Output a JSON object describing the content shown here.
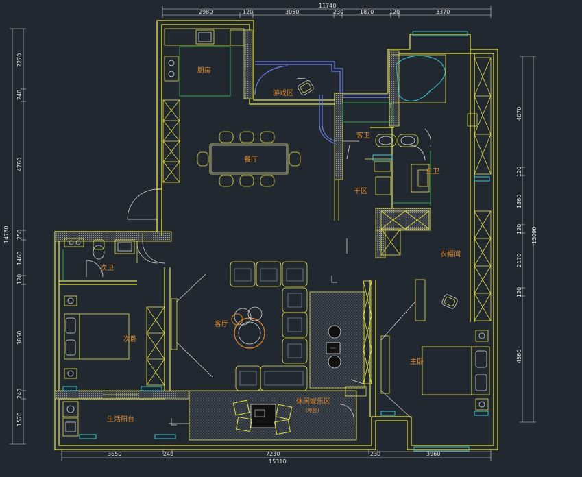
{
  "dimensions": {
    "top": [
      "2980",
      "120",
      "3050",
      "230",
      "1870",
      "120",
      "3370"
    ],
    "top_total": "11740",
    "bottom": [
      "3650",
      "240",
      "7230",
      "230",
      "3960"
    ],
    "bottom_total": "15310",
    "left": [
      "2270",
      "240",
      "4760",
      "250",
      "1460",
      "120",
      "3850",
      "240",
      "1570"
    ],
    "left_total": "14780",
    "right": [
      "4070",
      "120",
      "1860",
      "120",
      "2170",
      "120",
      "4560"
    ],
    "right_total": "13090"
  },
  "rooms": {
    "kitchen": "厨房",
    "play_area": "游戏区",
    "dining": "餐厅",
    "guest_bath": "客卫",
    "master_bath": "主卫",
    "dry_area": "干区",
    "second_bath": "次卫",
    "cloakroom": "衣帽间",
    "living": "客厅",
    "second_bedroom": "次卧",
    "master_bedroom": "主卧",
    "leisure_area": "休闲娱乐区",
    "leisure_note": "(地台)",
    "balcony": "生活阳台"
  },
  "colors": {
    "background": "#212830",
    "wall": "#e9e24a",
    "label": "#e08a2c",
    "furniture_green": "#2fa84a",
    "glass_cyan": "#3cc9d8",
    "track_blue": "#6a7dea"
  }
}
